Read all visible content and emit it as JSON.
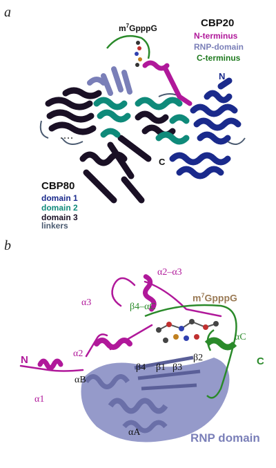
{
  "panel_a": {
    "letter": "a",
    "ligand": "m7GpppG",
    "ligand_base": "m",
    "ligand_sup": "7",
    "ligand_rest": "GpppG",
    "cbp20": {
      "title": "CBP20",
      "legend": [
        {
          "label": "N-terminus",
          "color": "#b0189a"
        },
        {
          "label": "RNP-domain",
          "color": "#7a7fb8"
        },
        {
          "label": "C-terminus",
          "color": "#1f7a1f"
        }
      ]
    },
    "cbp80": {
      "title": "CBP80",
      "legend": [
        {
          "label": "domain 1",
          "color": "#1a2a8c"
        },
        {
          "label": "domain 2",
          "color": "#0f8a7a"
        },
        {
          "label": "domain 3",
          "color": "#1a1025"
        },
        {
          "label": "linkers",
          "color": "#4a5a70"
        }
      ]
    },
    "n_label": "N",
    "c_label": "C"
  },
  "panel_b": {
    "letter": "b",
    "ligand_base": "m",
    "ligand_sup": "7",
    "ligand_rest": "GpppG",
    "ligand_color": "#9a7a55",
    "magenta": "#b0189a",
    "green": "#2a8a2a",
    "lavender": "#7a7fb8",
    "labels": {
      "a2_a3": "α2–α3",
      "a3": "α3",
      "b4_ac": "β4–αC",
      "n": "N",
      "a2": "α2",
      "a1": "α1",
      "aB": "αB",
      "b4": "β4",
      "b1": "β1",
      "b3": "β3",
      "b2": "β2",
      "aC": "αC",
      "c": "C",
      "aA": "αA",
      "rnp": "RNP domain"
    }
  }
}
